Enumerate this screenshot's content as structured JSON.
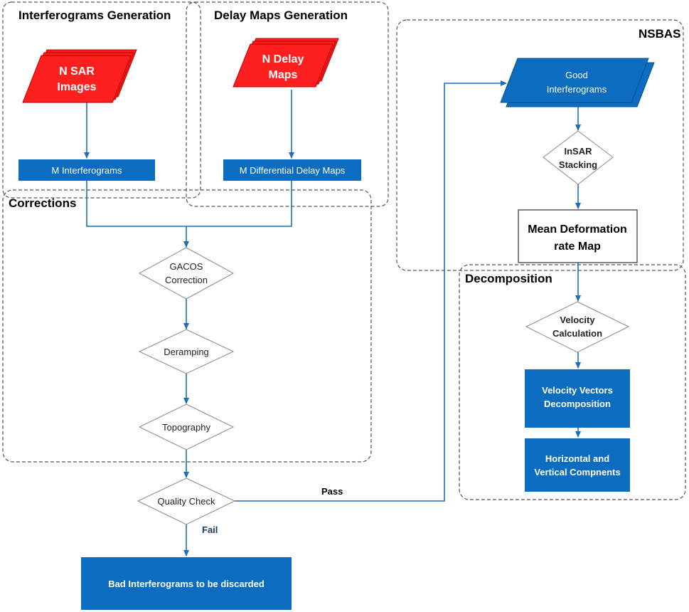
{
  "groups": {
    "interferograms_generation": "Interferograms Generation",
    "delay_maps_generation": "Delay Maps Generation",
    "nsbas": "NSBAS",
    "corrections": "Corrections",
    "decomposition": "Decomposition"
  },
  "nodes": {
    "n_sar_images": [
      "N SAR",
      "Images"
    ],
    "n_delay_maps": [
      "N Delay",
      "Maps"
    ],
    "m_interferograms": "M Interferograms",
    "m_differential_delay_maps": "M Differential Delay Maps",
    "gacos_correction": [
      "GACOS",
      "Correction"
    ],
    "deramping": "Deramping",
    "topography": "Topography",
    "quality_check": "Quality Check",
    "bad_interferograms": "Bad Interferograms to be discarded",
    "good_interferograms": [
      "Good",
      "Interferograms"
    ],
    "insar_stacking": [
      "InSAR",
      "Stacking"
    ],
    "mean_deformation_rate_map": [
      "Mean Deformation",
      "rate Map"
    ],
    "velocity_calculation": [
      "Velocity",
      "Calculation"
    ],
    "velocity_vectors_decomposition": [
      "Velocity Vectors",
      "Decomposition"
    ],
    "horizontal_vertical_components": [
      "Horizontal and",
      "Vertical Compnents"
    ]
  },
  "edge_labels": {
    "pass": "Pass",
    "fail": "Fail"
  },
  "colors": {
    "input_red": "#ff1f1f",
    "process_blue": "#0b6cc0",
    "connector_blue": "#1f6fb5"
  }
}
